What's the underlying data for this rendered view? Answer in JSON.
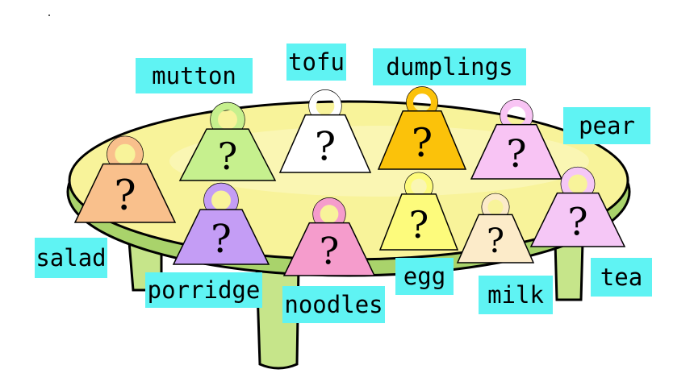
{
  "labels": {
    "mutton": "mutton",
    "tofu": "tofu",
    "dumplings": "dumplings",
    "pear": "pear",
    "salad": "salad",
    "porridge": "porridge",
    "noodles": "noodles",
    "egg": "egg",
    "milk": "milk",
    "tea": "tea"
  },
  "question_mark": "?",
  "weights": [
    {
      "name": "salad-weight",
      "color": "#f9c08c"
    },
    {
      "name": "mutton-weight",
      "color": "#c6f08e"
    },
    {
      "name": "tofu-weight",
      "color": "#ffffff"
    },
    {
      "name": "dumplings-weight",
      "color": "#fbc20a"
    },
    {
      "name": "pear-weight",
      "color": "#f8c4f4"
    },
    {
      "name": "porridge-weight",
      "color": "#c49df5"
    },
    {
      "name": "noodles-weight",
      "color": "#f59ccc"
    },
    {
      "name": "egg-weight",
      "color": "#fdfb7c"
    },
    {
      "name": "milk-weight",
      "color": "#fcebc9"
    },
    {
      "name": "tea-weight",
      "color": "#f5c7f6"
    }
  ],
  "colors": {
    "label_bg": "#5ff3f3",
    "table_top": "#f8f39a",
    "table_rim": "#a9d36b",
    "table_leg": "#c6e58a"
  }
}
